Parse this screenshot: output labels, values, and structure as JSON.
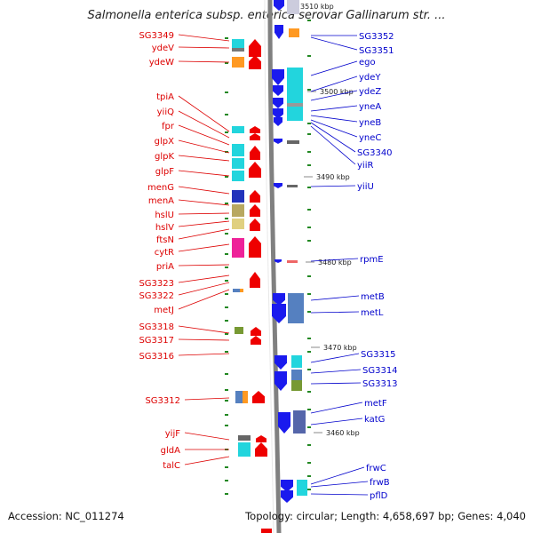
{
  "title": "Salmonella enterica subsp. enterica serovar Gallinarum str. ...",
  "footer": {
    "accession": "Accession: NC_011274",
    "summary": "Topology: circular; Length: 4,658,697 bp; Genes: 4,040"
  },
  "ticks": [
    "3510 kbp",
    "3500 kbp",
    "3490 kbp",
    "3480 kbp",
    "3470 kbp",
    "3460 kbp"
  ],
  "left_labels": [
    "SG3349",
    "ydeV",
    "ydeW",
    "tpiA",
    "yiiQ",
    "fpr",
    "glpX",
    "glpK",
    "glpF",
    "menG",
    "menA",
    "hslU",
    "hslV",
    "ftsN",
    "cytR",
    "priA",
    "SG3323",
    "SG3322",
    "metJ",
    "SG3318",
    "SG3317",
    "SG3316",
    "SG3312",
    "yijF",
    "gldA",
    "talC"
  ],
  "right_labels": [
    "SG3352",
    "SG3351",
    "ego",
    "ydeY",
    "ydeZ",
    "yneA",
    "yneB",
    "yneC",
    "SG3340",
    "yiiR",
    "yiiU",
    "rpmE",
    "metB",
    "metL",
    "SG3315",
    "SG3314",
    "SG3313",
    "metF",
    "katG",
    "frwC",
    "frwB",
    "pflD"
  ],
  "colors": {
    "left_label": "#dd0000",
    "right_label": "#0000cc",
    "forward_arrow": "#ee0000",
    "reverse_arrow": "#1a1aee",
    "backbone": "#808080",
    "tick": "#228822",
    "cyan": "#22d5dd",
    "orange": "#ff9922",
    "steelblue": "#5580c0",
    "khaki": "#b8a860",
    "magenta": "#ee2299",
    "olive": "#779933",
    "navy": "#2233bb"
  }
}
